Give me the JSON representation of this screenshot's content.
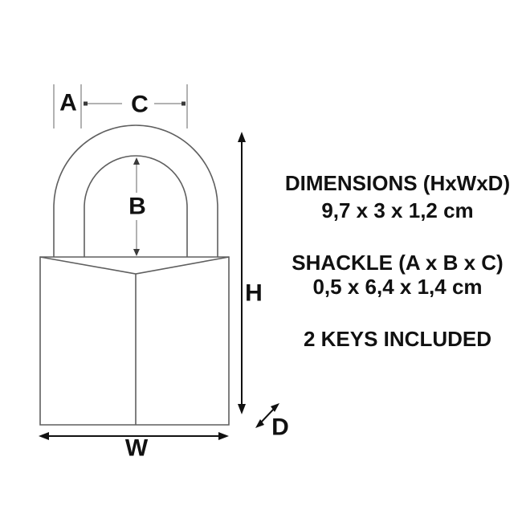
{
  "diagram": {
    "description": "padlock dimension diagram",
    "labels": {
      "a": "A",
      "b": "B",
      "c": "C",
      "h": "H",
      "w": "W",
      "d": "D"
    },
    "colors": {
      "outline": "#5f5f5f",
      "dim_line": "#999999",
      "dim_end": "#3a3a3a",
      "arrow": "#111111",
      "text": "#111111",
      "background": "#ffffff"
    }
  },
  "specs": {
    "dimensions_title": "DIMENSIONS (HxWxD)",
    "dimensions_value": "9,7 x 3 x 1,2 cm",
    "shackle_title": "SHACKLE (A x B x C)",
    "shackle_value": "0,5 x 6,4 x 1,4 cm",
    "keys_note": "2 KEYS INCLUDED"
  }
}
